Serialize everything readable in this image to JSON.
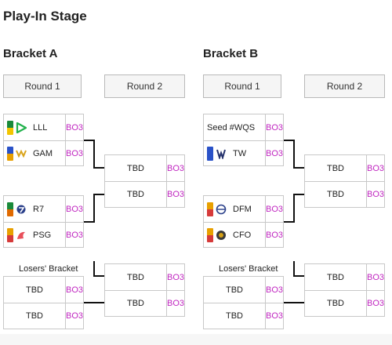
{
  "page_title": "Play-In Stage",
  "bracket_a": {
    "title": "Bracket A",
    "round1": "Round 1",
    "round2": "Round 2",
    "m1": {
      "t1": "LLL",
      "t2": "GAM",
      "fmt": "BO3"
    },
    "m2": {
      "t1": "R7",
      "t2": "PSG",
      "fmt": "BO3"
    },
    "r2a": {
      "t1": "TBD",
      "t2": "TBD",
      "fmt": "BO3"
    },
    "losers_label": "Losers' Bracket",
    "m3": {
      "t1": "TBD",
      "t2": "TBD",
      "fmt": "BO3"
    },
    "r2b": {
      "t1": "TBD",
      "t2": "TBD",
      "fmt": "BO3"
    }
  },
  "bracket_b": {
    "title": "Bracket B",
    "round1": "Round 1",
    "round2": "Round 2",
    "m1": {
      "t1": "Seed #WQS",
      "t2": "TW",
      "fmt": "BO3"
    },
    "m2": {
      "t1": "DFM",
      "t2": "CFO",
      "fmt": "BO3"
    },
    "r2a": {
      "t1": "TBD",
      "t2": "TBD",
      "fmt": "BO3"
    },
    "losers_label": "Losers' Bracket",
    "m3": {
      "t1": "TBD",
      "t2": "TBD",
      "fmt": "BO3"
    },
    "r2b": {
      "t1": "TBD",
      "t2": "TBD",
      "fmt": "BO3"
    }
  },
  "colors": {
    "format": "#c026c0",
    "line": "#111111",
    "border": "#c8c8c8"
  },
  "icons": {
    "lll": "lll-logo-icon",
    "gam": "gam-logo-icon",
    "r7": "r7-logo-icon",
    "psg": "psg-logo-icon",
    "tw": "tw-logo-icon",
    "dfm": "dfm-logo-icon",
    "cfo": "cfo-logo-icon"
  }
}
